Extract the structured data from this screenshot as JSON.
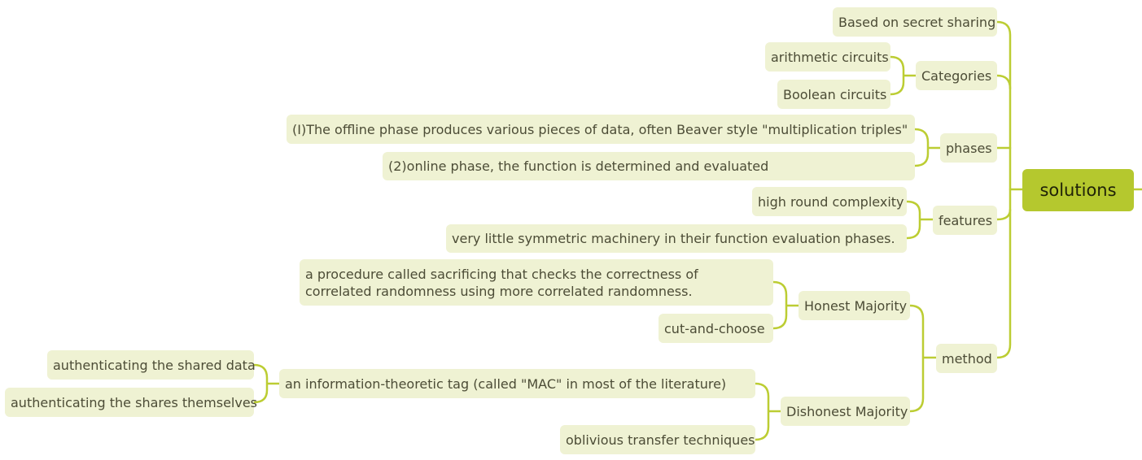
{
  "root": "solutions",
  "colors": {
    "root_fill": "#b5c82e",
    "node_fill": "#eff2d3",
    "line": "#bccd33",
    "text": "#4c4c36"
  },
  "branches": [
    {
      "label": "Based on secret sharing",
      "children": []
    },
    {
      "label": "Categories",
      "children": [
        {
          "label": "arithmetic circuits"
        },
        {
          "label": "Boolean circuits"
        }
      ]
    },
    {
      "label": "phases",
      "children": [
        {
          "label": "(I)The offline phase produces various pieces of data, often Beaver style  \"multiplication triples\""
        },
        {
          "label": "(2)online phase, the function is determined and evaluated"
        }
      ]
    },
    {
      "label": "features",
      "children": [
        {
          "label": "high round complexity"
        },
        {
          "label": "very little symmetric machinery in their function evaluation phases."
        }
      ]
    },
    {
      "label": "method",
      "children": [
        {
          "label": "Honest Majority",
          "children": [
            {
              "label": "a procedure called sacrificing that checks the correctness of correlated randomness using more correlated randomness."
            },
            {
              "label": "cut-and-choose"
            }
          ]
        },
        {
          "label": "Dishonest Majority",
          "children": [
            {
              "label": "an information-theoretic tag (called \"MAC\" in most of the literature)",
              "children": [
                {
                  "label": "authenticating the shared data"
                },
                {
                  "label": "authenticating the shares themselves"
                }
              ]
            },
            {
              "label": "oblivious transfer techniques"
            }
          ]
        }
      ]
    }
  ]
}
